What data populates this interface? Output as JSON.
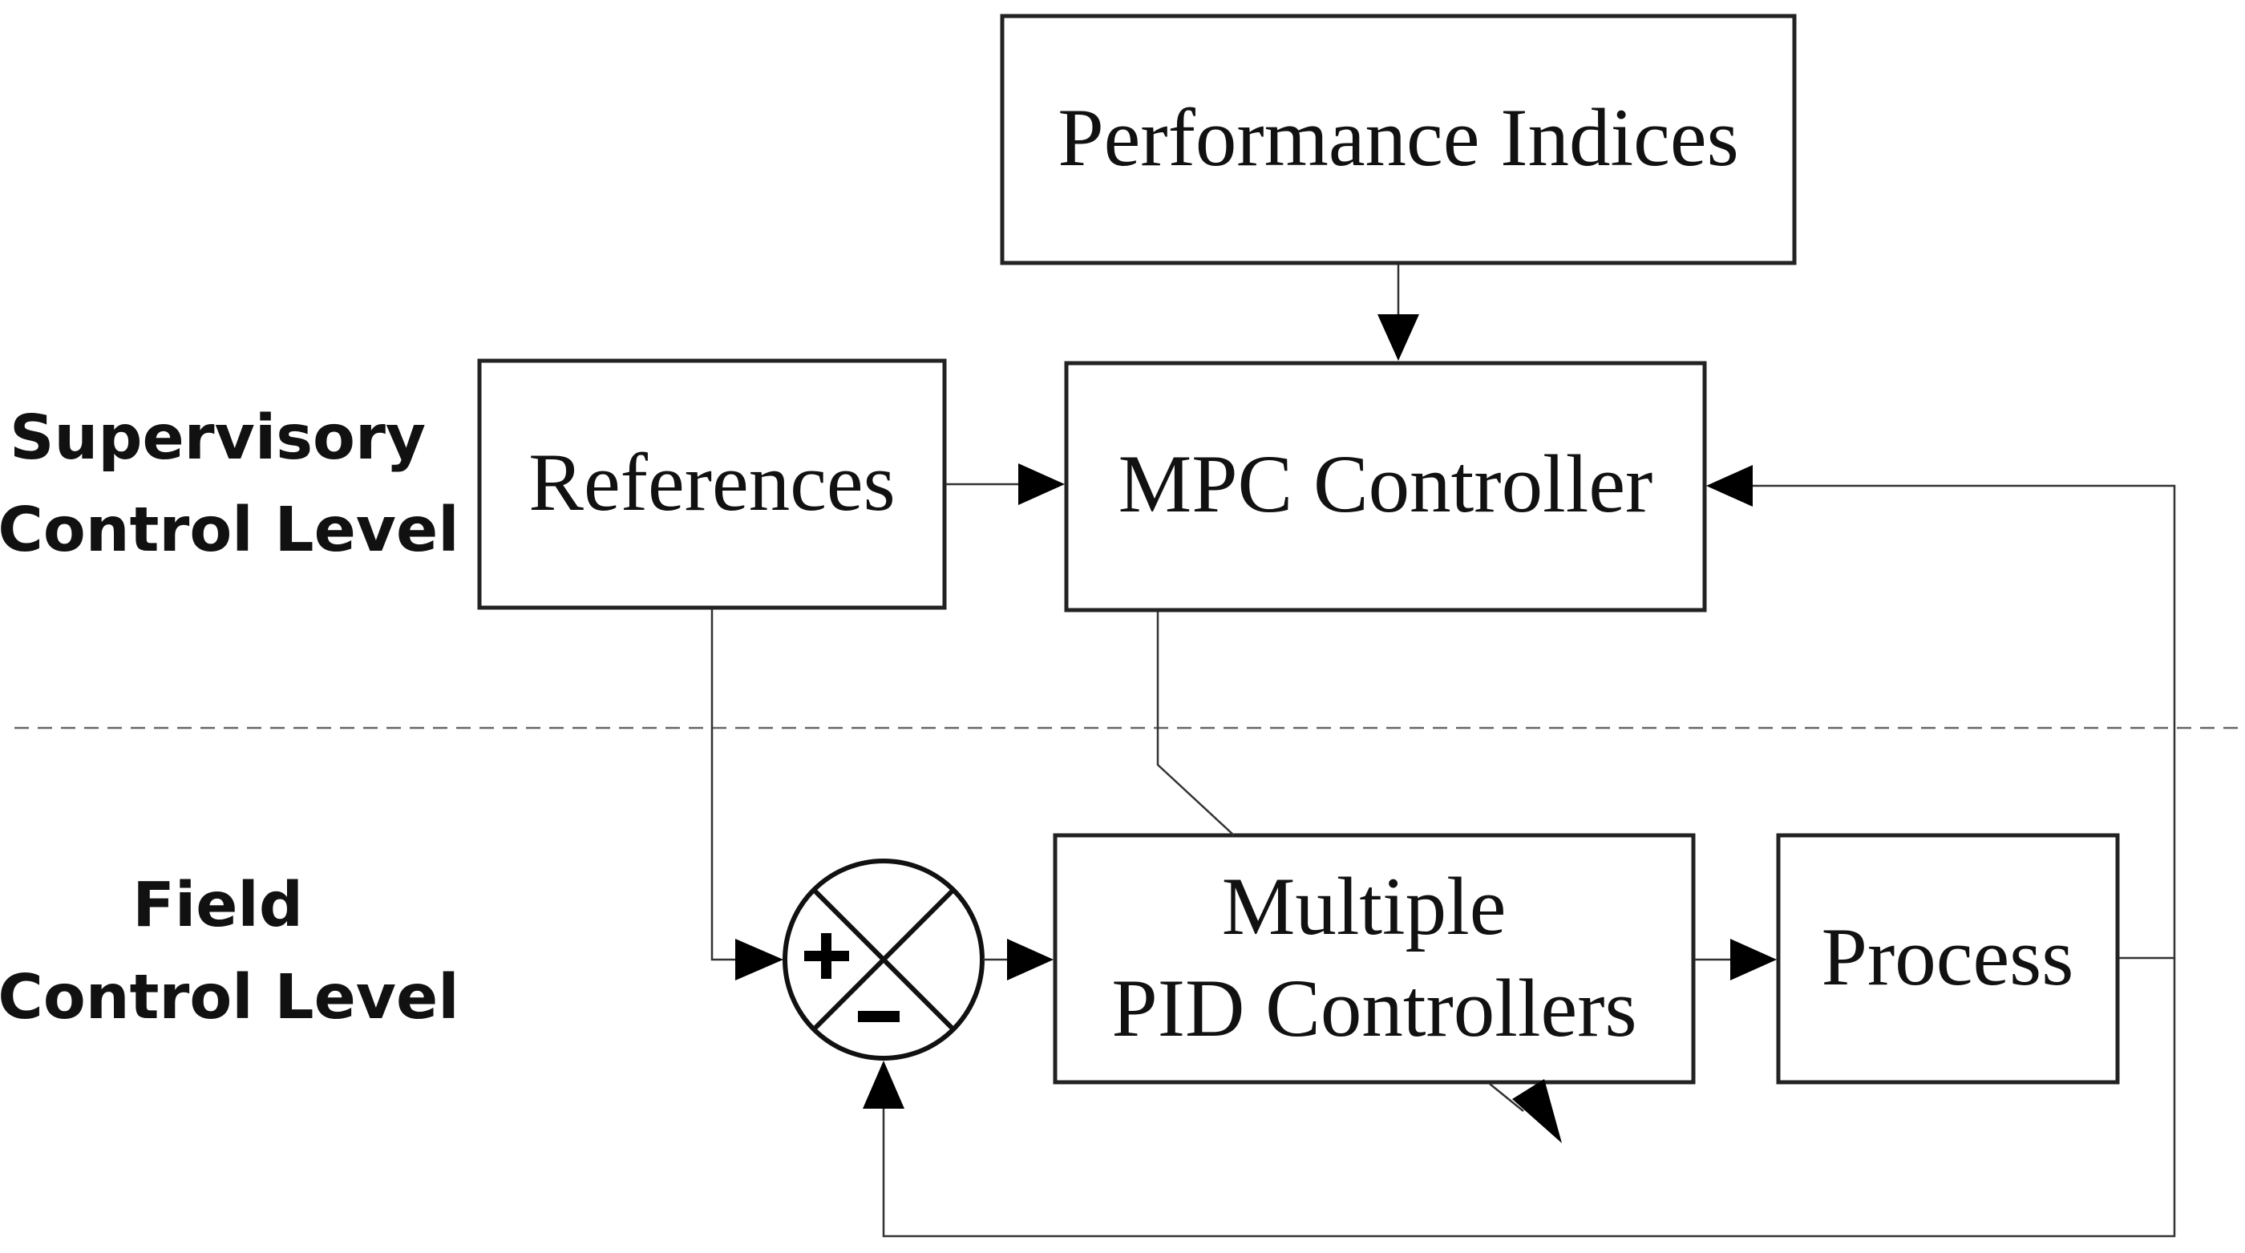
{
  "levels": {
    "supervisory": [
      "Supervisory",
      "Control Level"
    ],
    "field": [
      "Field",
      "Control Level"
    ]
  },
  "blocks": {
    "performance": "Performance Indices",
    "references": "References",
    "mpc": "MPC Controller",
    "pid": [
      "Multiple",
      "PID Controllers"
    ],
    "process": "Process"
  },
  "summing_junction": {
    "plus": "+",
    "minus": "–"
  }
}
